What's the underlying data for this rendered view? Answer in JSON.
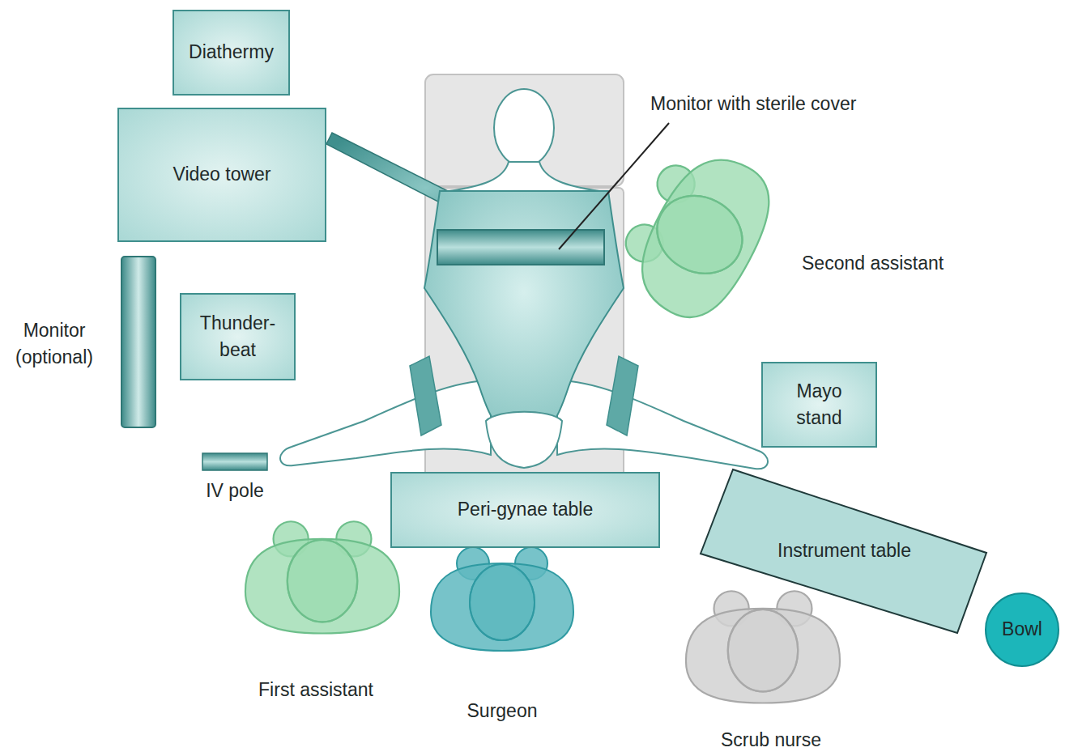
{
  "diagram": {
    "nodes": [
      {
        "text": [
          "Diathermy"
        ]
      },
      {
        "text": [
          "Video tower"
        ]
      },
      {
        "text": [
          "Thunder- beat"
        ]
      },
      {
        "text": [
          "Mayo stand"
        ]
      },
      {
        "text": [
          "Peri-gynae table"
        ]
      },
      {
        "text": [
          "Instrument table"
        ]
      },
      {
        "text": [
          "Bowl"
        ]
      }
    ],
    "labels": [
      "Monitor with sterile cover",
      "Second assistant",
      "Monitor (optional)",
      "IV pole",
      "First assistant",
      "Surgeon",
      "Scrub nurse"
    ]
  }
}
